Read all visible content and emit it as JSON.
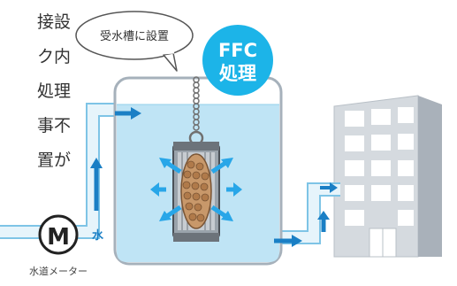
{
  "text_lines": [
    "接設",
    "ク内",
    "処理",
    "事不",
    "置が"
  ],
  "speech_bubble": "受水槽に設置",
  "badge": {
    "line1": "FFC",
    "line2": "処理"
  },
  "meter_letter": "M",
  "meter_caption": "水道メーター",
  "water_label": "水",
  "colors": {
    "pipe_fill": "#e6f4fb",
    "pipe_stroke": "#7ec4e6",
    "arrow_blue": "#1a7fc5",
    "arrow_light": "#28a6e8",
    "badge": "#1cb4e8",
    "water": "#bfe4f5",
    "building": "#c9cfd6"
  }
}
